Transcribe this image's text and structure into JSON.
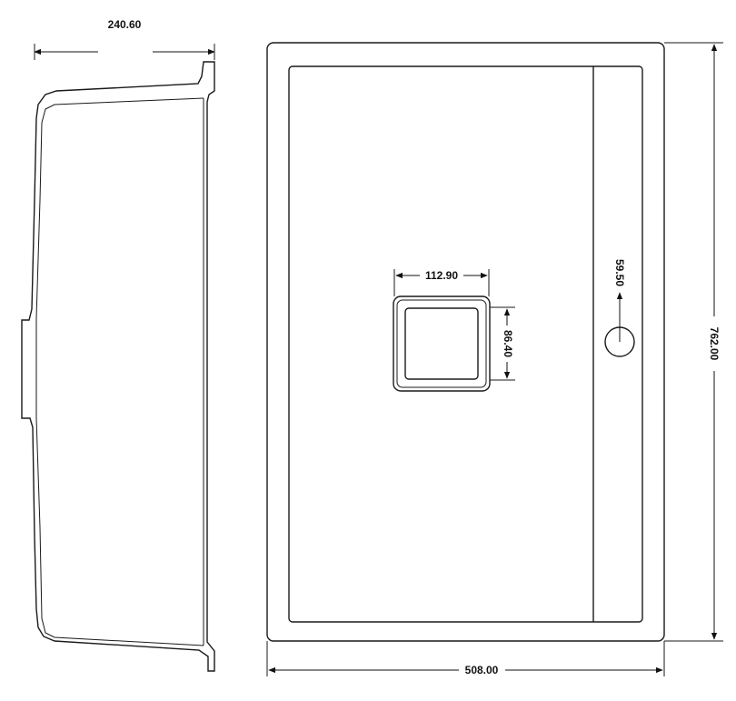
{
  "dimensions": {
    "side_depth": "240.60",
    "drain_width": "112.90",
    "drain_height": "86.40",
    "tap_offset": "59.50",
    "overall_length": "762.00",
    "overall_width": "508.00"
  },
  "colors": {
    "stroke": "#1a1a1a",
    "background": "#ffffff"
  }
}
